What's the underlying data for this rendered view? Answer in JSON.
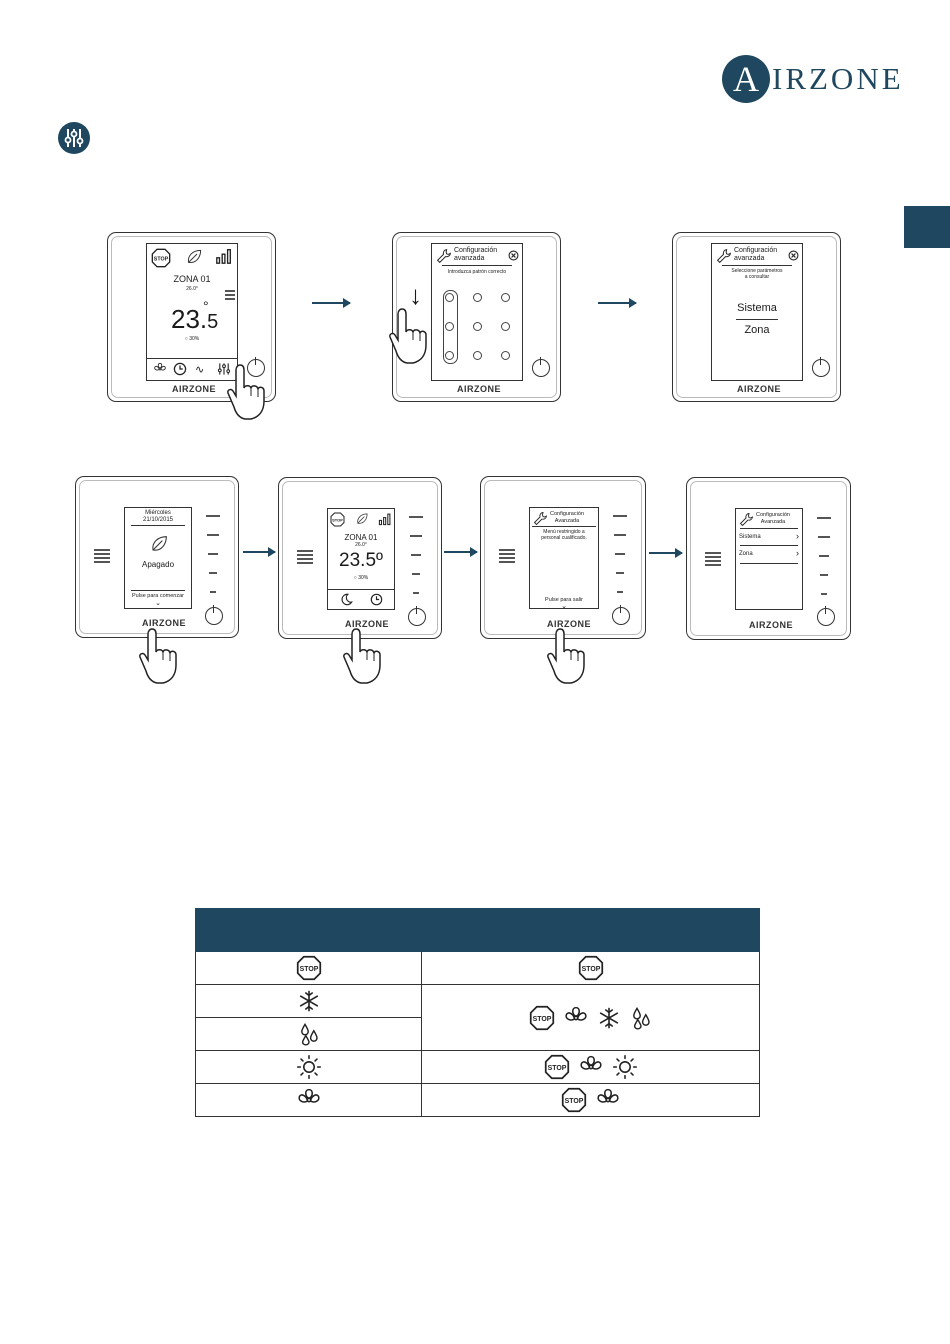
{
  "brand": {
    "logo_initial": "A",
    "logo_rest": "IRZONE",
    "device_brand": "AIRZONE"
  },
  "colors": {
    "accent": "#1f4860"
  },
  "step1": {
    "screen_a": {
      "zone": "ZONA 01",
      "setpoint": "26.0°",
      "temp_int": "23.",
      "temp_dec": "5",
      "temp_deg": "°",
      "humidity": "30%"
    },
    "screen_b": {
      "title_line1": "Configuración",
      "title_line2": "avanzada",
      "instruction": "Introduzca patrón correcto"
    },
    "screen_c": {
      "title_line1": "Configuración",
      "title_line2": "avanzada",
      "instruction_line1": "Seleccione parámetros",
      "instruction_line2": "a consultar",
      "option1": "Sistema",
      "option2": "Zona"
    }
  },
  "step2": {
    "screen_a": {
      "day": "Miércoles",
      "date": "21/10/2015",
      "status": "Apagado",
      "prompt": "Pulse para comenzar"
    },
    "screen_b": {
      "zone": "ZONA 01",
      "setpoint": "26.0°",
      "temp": "23.5º",
      "humidity": "30%"
    },
    "screen_c": {
      "title_line1": "Configuración",
      "title_line2": "Avanzada",
      "message_line1": "Menú restringido a",
      "message_line2": "personal cualificado.",
      "prompt": "Pulse para salir"
    },
    "screen_d": {
      "title_line1": "Configuración",
      "title_line2": "Avanzada",
      "option1": "Sistema",
      "option2": "Zona"
    }
  },
  "table": {
    "header": [
      "",
      ""
    ],
    "stop_label": "STOP",
    "rows": [
      {
        "left": "stop-icon",
        "right": [
          "stop-icon"
        ]
      },
      {
        "left": "snowflake-icon",
        "right": [
          "stop-icon",
          "fan-icon",
          "snowflake-icon",
          "drops-icon"
        ]
      },
      {
        "left": "drops-icon",
        "right": []
      },
      {
        "left": "sun-icon",
        "right": [
          "stop-icon",
          "fan-icon",
          "sun-icon"
        ]
      },
      {
        "left": "fan-icon",
        "right": [
          "stop-icon",
          "fan-icon"
        ]
      }
    ]
  }
}
